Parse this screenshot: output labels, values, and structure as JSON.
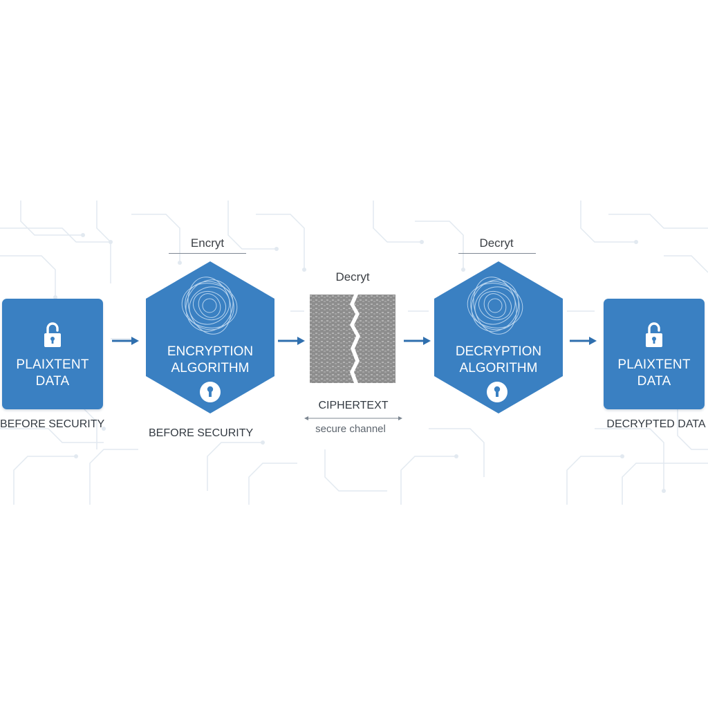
{
  "colors": {
    "accent": "#3a80c2",
    "accent_dark": "#2f6fae",
    "cipher_gray": "#8a8a8a",
    "circuit": "#dfe6ed",
    "text": "#333a42"
  },
  "icons": [
    "lock-icon",
    "keyhole-icon",
    "arrow-right-icon",
    "swirl-icon"
  ],
  "nodes": {
    "plaintext_in": {
      "label_line1": "PLAIXTENT",
      "label_line2": "DATA",
      "caption": "BEFORE SECURITY"
    },
    "encryption": {
      "top_label": "Encryt",
      "title_line1": "ENCRYPTION",
      "title_line2": "ALGORITHM",
      "caption": "BEFORE SECURITY"
    },
    "ciphertext": {
      "top_label": "Decryt",
      "caption": "CIPHERTEXT",
      "channel_label": "secure channel"
    },
    "decryption": {
      "top_label": "Decryt",
      "title_line1": "DECRYPTION",
      "title_line2": "ALGORITHM"
    },
    "plaintext_out": {
      "label_line1": "PLAIXTENT",
      "label_line2": "DATA",
      "caption": "DECRYPTED DATA"
    }
  }
}
